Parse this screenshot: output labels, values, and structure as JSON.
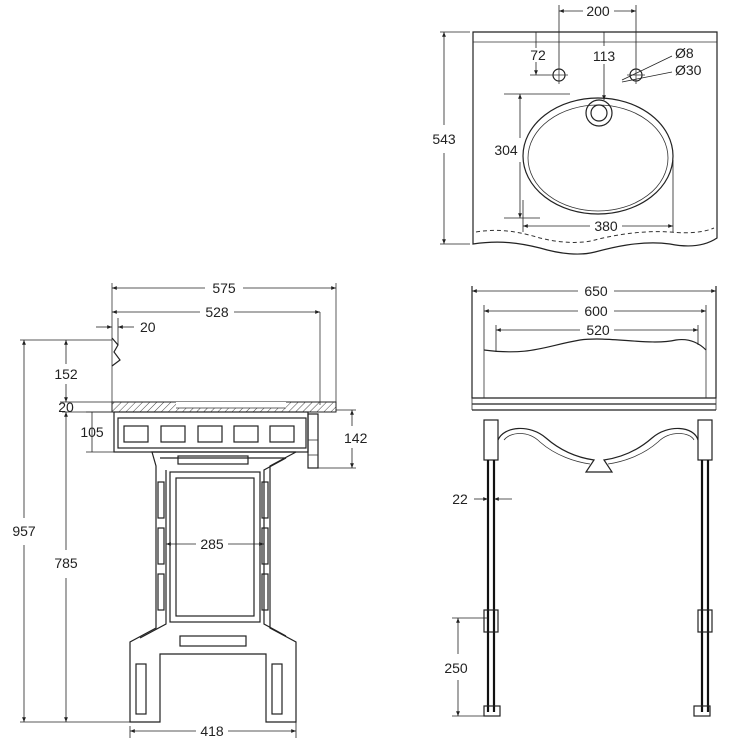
{
  "dimensions": {
    "top_200": "200",
    "top_72": "72",
    "top_113": "113",
    "top_d8": "Ø8",
    "top_d30": "Ø30",
    "top_543": "543",
    "top_304": "304",
    "top_380": "380",
    "side_575": "575",
    "side_528": "528",
    "side_20a": "20",
    "side_152": "152",
    "side_20b": "20",
    "side_105": "105",
    "side_142": "142",
    "side_957": "957",
    "side_785": "785",
    "side_285": "285",
    "side_418": "418",
    "front_650": "650",
    "front_600": "600",
    "front_520": "520",
    "front_22": "22",
    "front_250": "250"
  }
}
